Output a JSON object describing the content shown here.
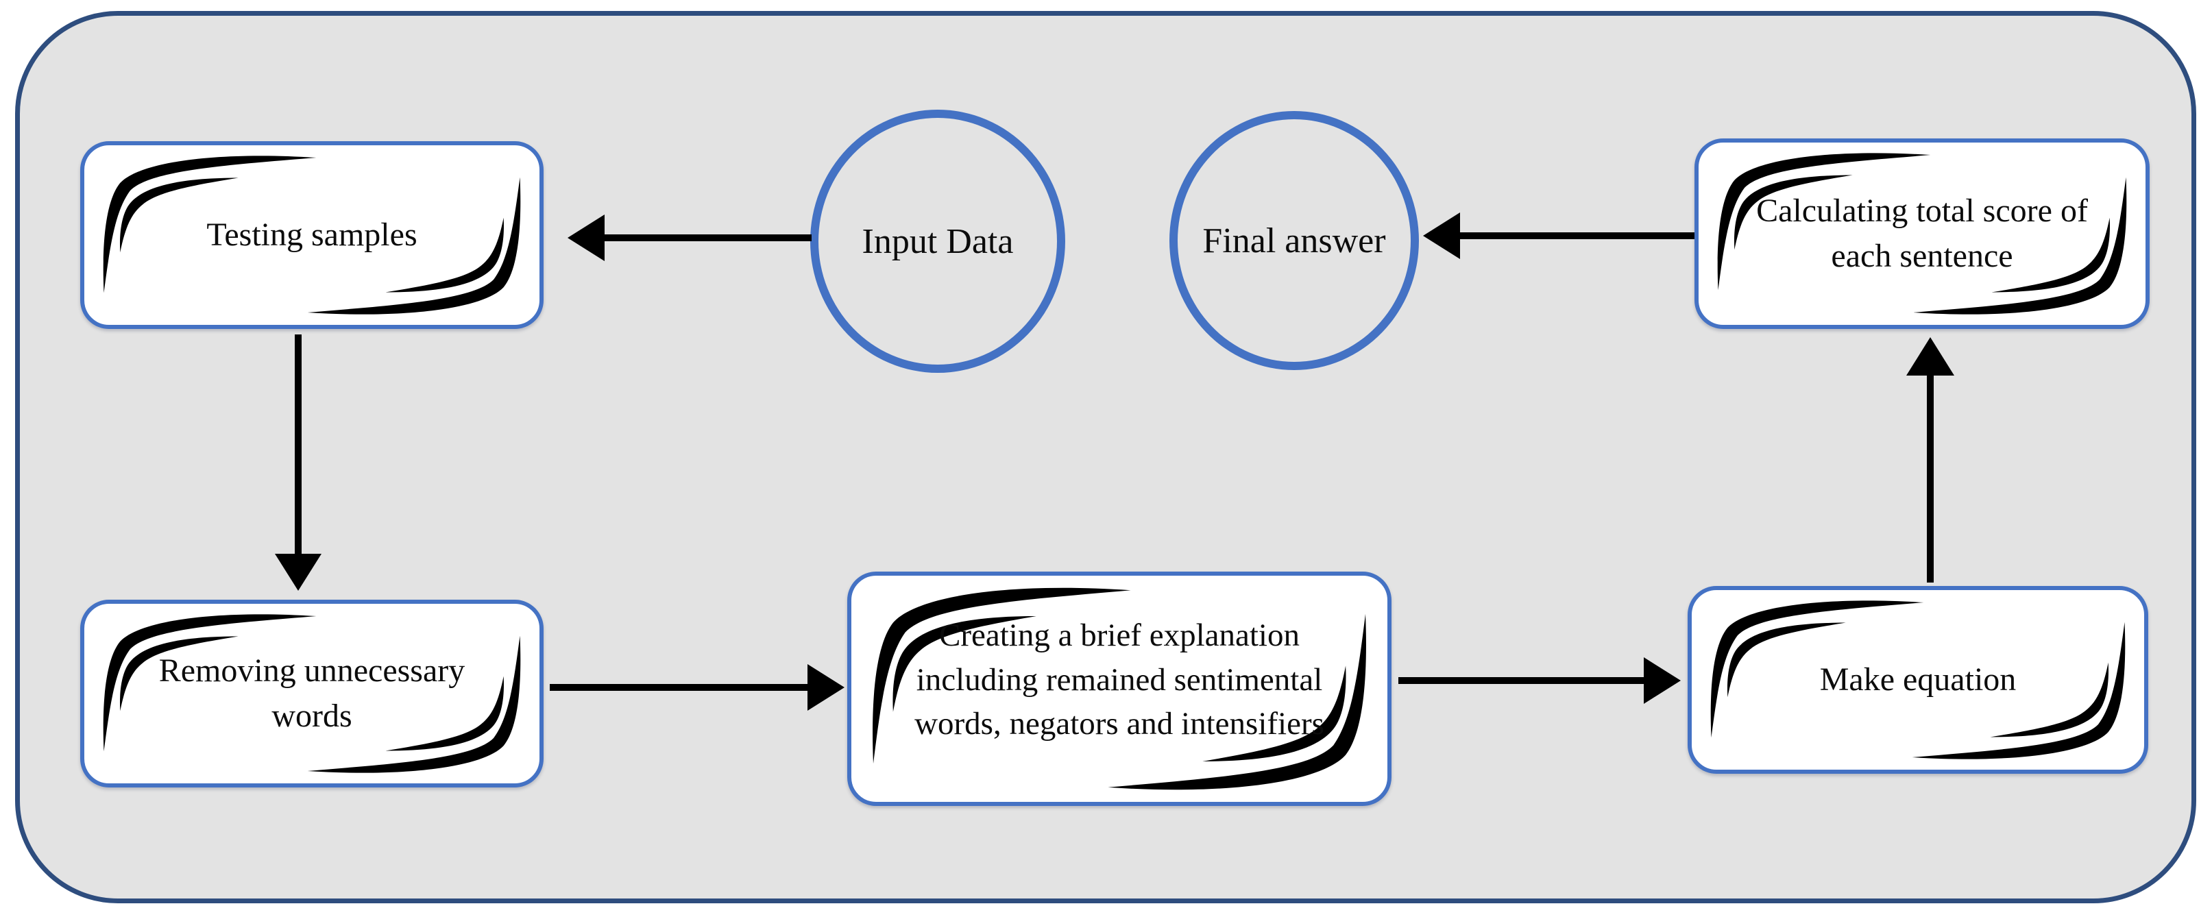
{
  "diagram": {
    "type": "flowchart",
    "colors": {
      "frame_fill": "#e3e3e3",
      "frame_border": "#2e4d7e",
      "node_border": "#4472c4",
      "swoosh_accent": "#d23a52",
      "arrow": "#000000",
      "text": "#0c0c0c",
      "node_fill": "#ffffff"
    },
    "nodes": {
      "input_data": {
        "label": "Input Data",
        "shape": "circle"
      },
      "final_answer": {
        "label": "Final answer",
        "shape": "circle"
      },
      "testing_samples": {
        "label": "Testing samples",
        "shape": "rounded-box"
      },
      "removing_words": {
        "label": "Removing unnecessary words",
        "shape": "rounded-box"
      },
      "creating_explanation": {
        "label": "Creating a brief explanation including remained sentimental words, negators and intensifiers",
        "shape": "rounded-box"
      },
      "make_equation": {
        "label": "Make equation",
        "shape": "rounded-box"
      },
      "calculating_score": {
        "label": "Calculating total score of each sentence",
        "shape": "rounded-box"
      }
    },
    "edges": [
      {
        "from": "input_data",
        "to": "testing_samples"
      },
      {
        "from": "testing_samples",
        "to": "removing_words"
      },
      {
        "from": "removing_words",
        "to": "creating_explanation"
      },
      {
        "from": "creating_explanation",
        "to": "make_equation"
      },
      {
        "from": "make_equation",
        "to": "calculating_score"
      },
      {
        "from": "calculating_score",
        "to": "final_answer"
      }
    ]
  }
}
